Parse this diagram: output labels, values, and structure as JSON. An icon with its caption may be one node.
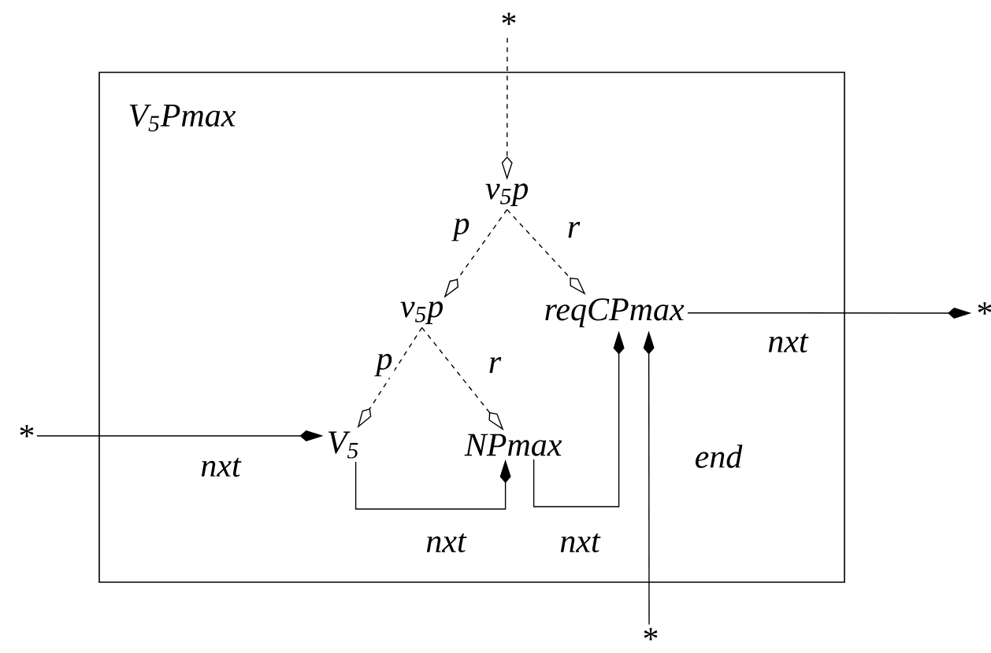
{
  "diagram": {
    "nodes": [
      {
        "text": [
          "V$_{5}$Pmax"
        ]
      },
      {
        "text": [
          "*"
        ]
      },
      {
        "text": [
          "v$_{5}$p"
        ],
        "in": 0
      },
      {
        "text": [
          "v$_{5}$p"
        ],
        "in": 0
      },
      {
        "text": [
          "reqCPmax"
        ],
        "in": 0
      },
      {
        "text": [
          "V$_{5}$"
        ],
        "in": 0
      },
      {
        "text": [
          "NPmax"
        ],
        "in": 0
      },
      {
        "text": [
          "*"
        ]
      },
      {
        "text": [
          "*"
        ]
      },
      {
        "text": [
          "*"
        ]
      }
    ],
    "edges": [
      {
        "from": 1,
        "to": 2,
        "arrow": "to",
        "style": "dashed"
      },
      {
        "from": 2,
        "to": 3,
        "arrow": "to",
        "style": "dashed",
        "label": "p"
      },
      {
        "from": 2,
        "to": 4,
        "arrow": "to",
        "style": "dashed",
        "label": "r"
      },
      {
        "from": 3,
        "to": 5,
        "arrow": "to",
        "style": "dashed",
        "label": "p"
      },
      {
        "from": 3,
        "to": 6,
        "arrow": "to",
        "style": "dashed",
        "label": "r"
      },
      {
        "from": 4,
        "to": 7,
        "arrow": "to",
        "label": "nxt"
      },
      {
        "from": 8,
        "to": 5,
        "arrow": "to",
        "label": "nxt"
      },
      {
        "from": 5,
        "to": 6,
        "arrow": "to",
        "label": "nxt"
      },
      {
        "from": 6,
        "to": 4,
        "arrow": "to",
        "label": "nxt"
      },
      {
        "from": 9,
        "to": 4,
        "arrow": "to",
        "label": "end"
      }
    ]
  }
}
